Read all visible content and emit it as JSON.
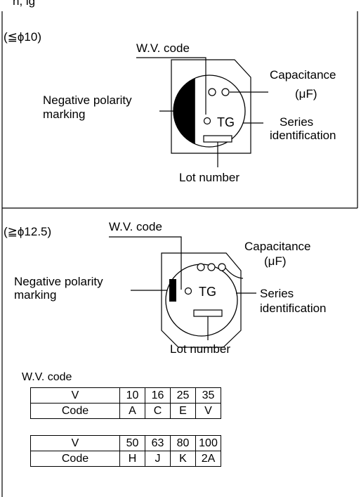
{
  "header_fragment": "n,  ig",
  "top": {
    "size_label": "(≦ϕ10)",
    "wv_code": "W.V. code",
    "capacitance": "Capacitance",
    "capacitance_unit": "(μF)",
    "negative_line1": "Negative polarity",
    "negative_line2": "marking",
    "tg": "TG",
    "series_line1": "Series",
    "series_line2": "identification",
    "lot_number": "Lot number"
  },
  "bottom": {
    "size_label": "(≧ϕ12.5)",
    "wv_code": "W.V. code",
    "capacitance": "Capacitance",
    "capacitance_unit": "(μF)",
    "negative_line1": "Negative polarity",
    "negative_line2": "marking",
    "tg": "TG",
    "series_line1": "Series",
    "series_line2": "identification",
    "lot_number": "Lot number"
  },
  "wv_table": {
    "title": "W.V. code",
    "table1": {
      "v_label": "V",
      "code_label": "Code",
      "voltages": [
        "10",
        "16",
        "25",
        "35"
      ],
      "codes": [
        "A",
        "C",
        "E",
        "V"
      ]
    },
    "table2": {
      "v_label": "V",
      "code_label": "Code",
      "voltages": [
        "50",
        "63",
        "80",
        "100"
      ],
      "codes": [
        "H",
        "J",
        "K",
        "2A"
      ]
    }
  }
}
